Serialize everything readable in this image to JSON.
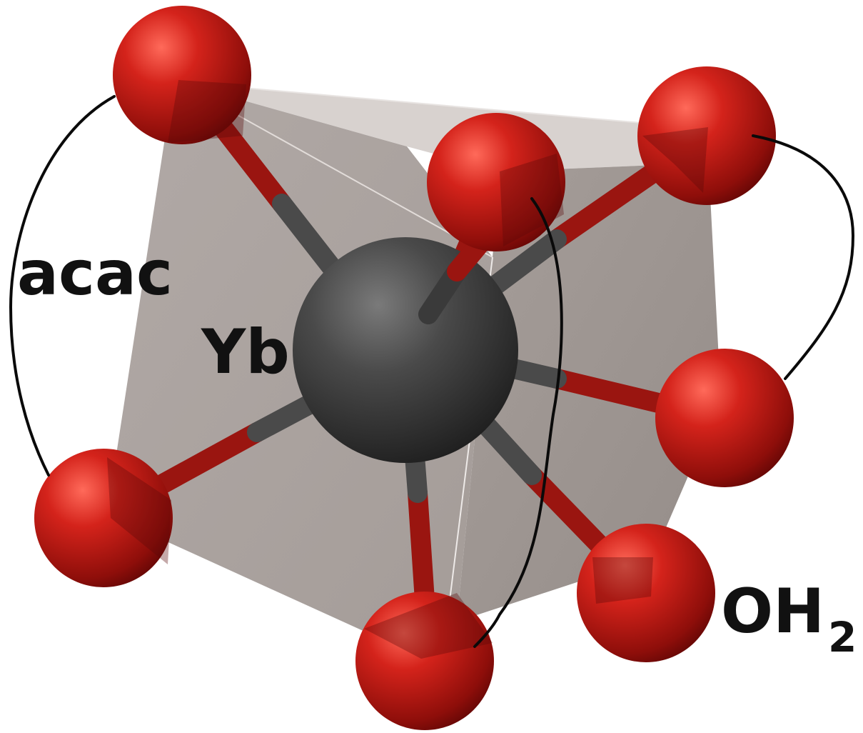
{
  "labels": {
    "metal": "Yb",
    "ligand": "acac",
    "water_main": "OH",
    "water_sub": "2"
  },
  "colors": {
    "oxygen": "#c8201a",
    "metal": "#444444",
    "polyhedron": "#b8b0ac",
    "background": "#ffffff",
    "text": "#111111"
  }
}
